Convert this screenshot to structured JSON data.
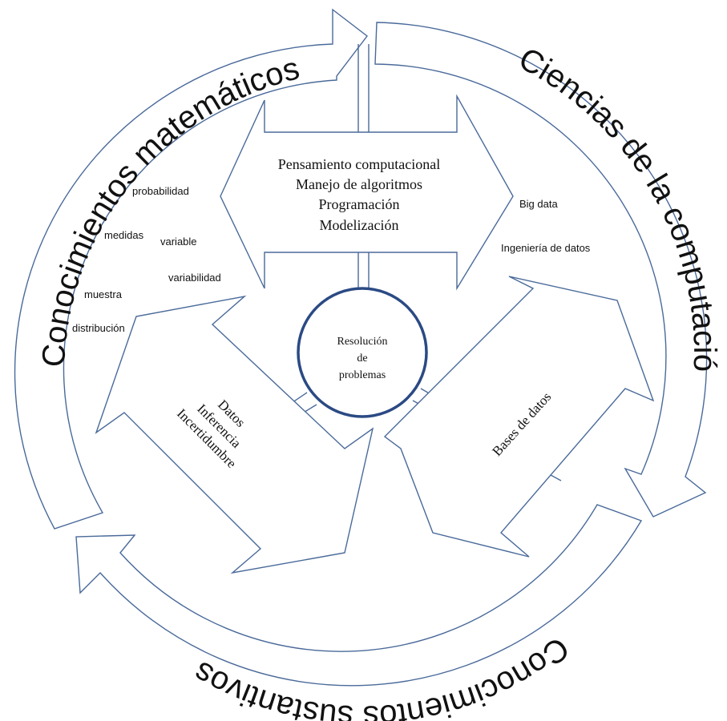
{
  "ring": {
    "top_left_label": "Conocimientos matemáticos",
    "right_label": "Ciencias de la computación",
    "bottom_label": "Conocimientos sustantivos"
  },
  "top_arrow": {
    "lines": [
      "Pensamiento computacional",
      "Manejo de algoritmos",
      "Programación",
      "Modelización"
    ]
  },
  "center": {
    "lines": [
      "Resolución",
      "de",
      "problemas"
    ]
  },
  "left_arrow": {
    "lines": [
      "Datos",
      "Inferencia",
      "Incertidumbre"
    ]
  },
  "right_arrow": {
    "label": "Bases de datos"
  },
  "math_terms": {
    "probabilidad": "probabilidad",
    "medidas": "medidas",
    "variable": "variable",
    "variabilidad": "variabilidad",
    "muestra": "muestra",
    "distribucion": "distribución"
  },
  "cs_terms": {
    "big_data": "Big data",
    "ingenieria": "Ingeniería de datos"
  },
  "colors": {
    "stroke": "#4a6a9a",
    "circle": "#2b4a84",
    "text": "#111111"
  }
}
